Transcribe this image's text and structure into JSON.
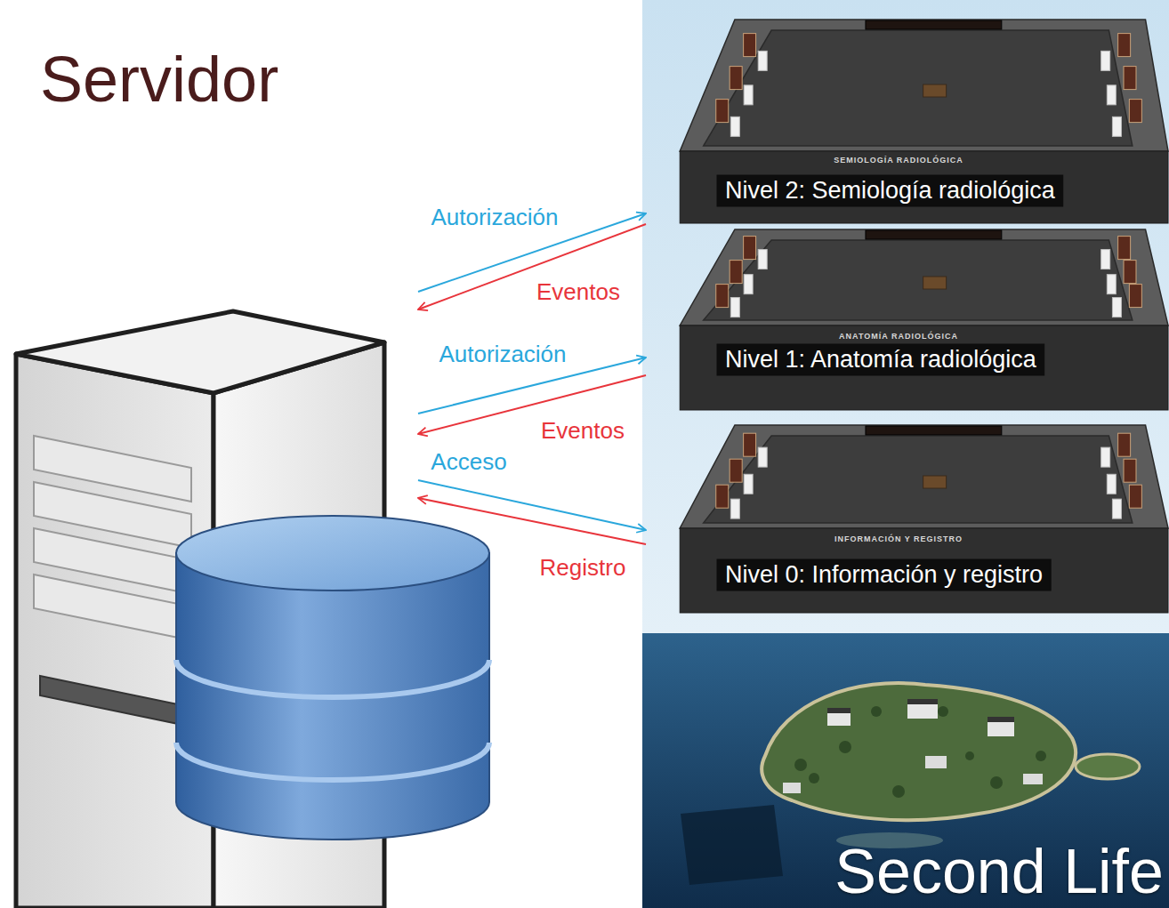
{
  "diagram": {
    "nodes": [
      {
        "text": [
          "Servidor"
        ]
      },
      {
        "text": [
          "Second Life"
        ]
      },
      {
        "text": [
          "Nivel 2: Semiología radiológica"
        ],
        "in": 1
      },
      {
        "text": [
          "Nivel 1: Anatomía radiológica"
        ],
        "in": 1
      },
      {
        "text": [
          "Nivel 0: Información y registro"
        ],
        "in": 1
      }
    ],
    "edges": [
      {
        "from": 0,
        "to": 2,
        "label": "Autorización",
        "arrow": "to"
      },
      {
        "from": 2,
        "to": 0,
        "label": "Eventos",
        "arrow": "to"
      },
      {
        "from": 0,
        "to": 3,
        "label": "Autorización",
        "arrow": "to"
      },
      {
        "from": 3,
        "to": 0,
        "label": "Eventos",
        "arrow": "to"
      },
      {
        "from": 0,
        "to": 4,
        "label": "Acceso",
        "arrow": "to"
      },
      {
        "from": 4,
        "to": 0,
        "label": "Registro",
        "arrow": "to"
      }
    ],
    "labels": [
      "SEMIOLOGÍA RADIOLÓGICA",
      "ANATOMÍA RADIOLÓGICA",
      "INFORMACIÓN Y REGISTRO"
    ]
  }
}
